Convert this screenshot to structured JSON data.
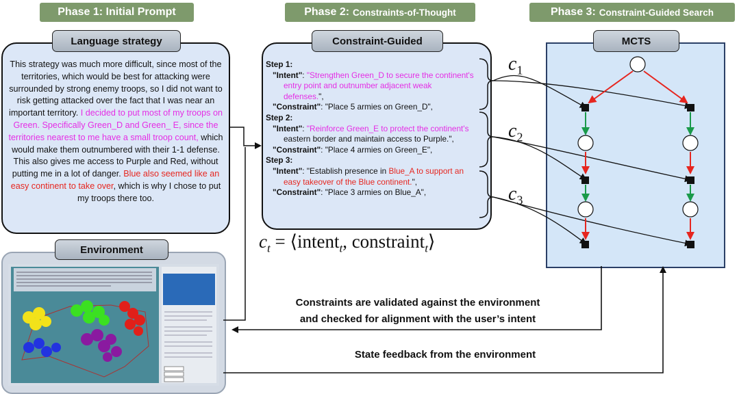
{
  "phase1": {
    "title": "Phase 1:",
    "title_rest": "Initial Prompt"
  },
  "phase2": {
    "title": "Phase 2:",
    "title_rest": "Constraints-of-Thought"
  },
  "phase3": {
    "title": "Phase 3:",
    "title_rest": "Constraint-Guided Search"
  },
  "language_strategy": {
    "tab": "Language strategy",
    "text_plain1": "This strategy was much more difficult, since most of the territories, which would be best for attacking were surrounded by strong enemy troops, so I did not want to risk getting attacked over the fact that I was near an important territory. ",
    "text_mag": "I decided to put most of my troops on Green. Specifically Green_D and Green_ E, since the territories nearest to me have a small troop count,",
    "text_plain2": " which would make them outnumbered with their 1-1 defense. This also gives me access to Purple and Red, without putting me in a lot of danger. ",
    "text_red": "Blue also seemed like an easy continent to take over",
    "text_plain3": ", which is why I chose to put my troops there too."
  },
  "environment": {
    "tab": "Environment"
  },
  "constraint_guided": {
    "tab": "Constraint-Guided",
    "steps": [
      {
        "label": "Step 1:",
        "intent_key": "\"Intent\"",
        "intent_colon": ": ",
        "intent_parts": [
          {
            "t": "\"Strengthen Green_D to secure the continent's entry point and outnumber adjacent weak defenses.",
            "c": "mag"
          },
          {
            "t": "\",",
            "c": ""
          }
        ],
        "constraint_key": "\"Constraint\"",
        "constraint_val": ": \"Place 5 armies on Green_D\","
      },
      {
        "label": "Step 2:",
        "intent_key": "\"Intent\"",
        "intent_colon": ": ",
        "intent_parts": [
          {
            "t": "\"Reinforce Green_E to protect the continent's",
            "c": "mag"
          },
          {
            "t": " eastern border and maintain access to Purple.\",",
            "c": ""
          }
        ],
        "constraint_key": "\"Constraint\"",
        "constraint_val": ": \"Place 4 armies on Green_E\","
      },
      {
        "label": "Step 3:",
        "intent_key": "\"Intent\"",
        "intent_colon": ": ",
        "intent_parts": [
          {
            "t": "\"Establish presence in ",
            "c": ""
          },
          {
            "t": "Blue_A to support an easy takeover of the Blue continent.",
            "c": "red"
          },
          {
            "t": "\",",
            "c": ""
          }
        ],
        "constraint_key": "\"Constraint\"",
        "constraint_val": ": \"Place 3 armies on Blue_A\","
      }
    ]
  },
  "constraint_labels": [
    "c",
    "1",
    "c",
    "2",
    "c",
    "3"
  ],
  "formula": {
    "c": "c",
    "sub_t": "t",
    "eq": " = ⟨intent",
    "sub1": "t",
    "comma": ", constraint",
    "sub2": "t",
    "close": "⟩"
  },
  "mcts": {
    "tab": "MCTS"
  },
  "captions": {
    "validate1": "Constraints are validated against the environment",
    "validate2": "and checked for alignment with the user’s intent",
    "feedback": "State feedback from the environment"
  },
  "colors": {
    "phase": "#7e9a6c",
    "panel": "#dce7f7",
    "magenta": "#e52ee5",
    "red": "#e6261f",
    "green": "#1a9a4a"
  }
}
